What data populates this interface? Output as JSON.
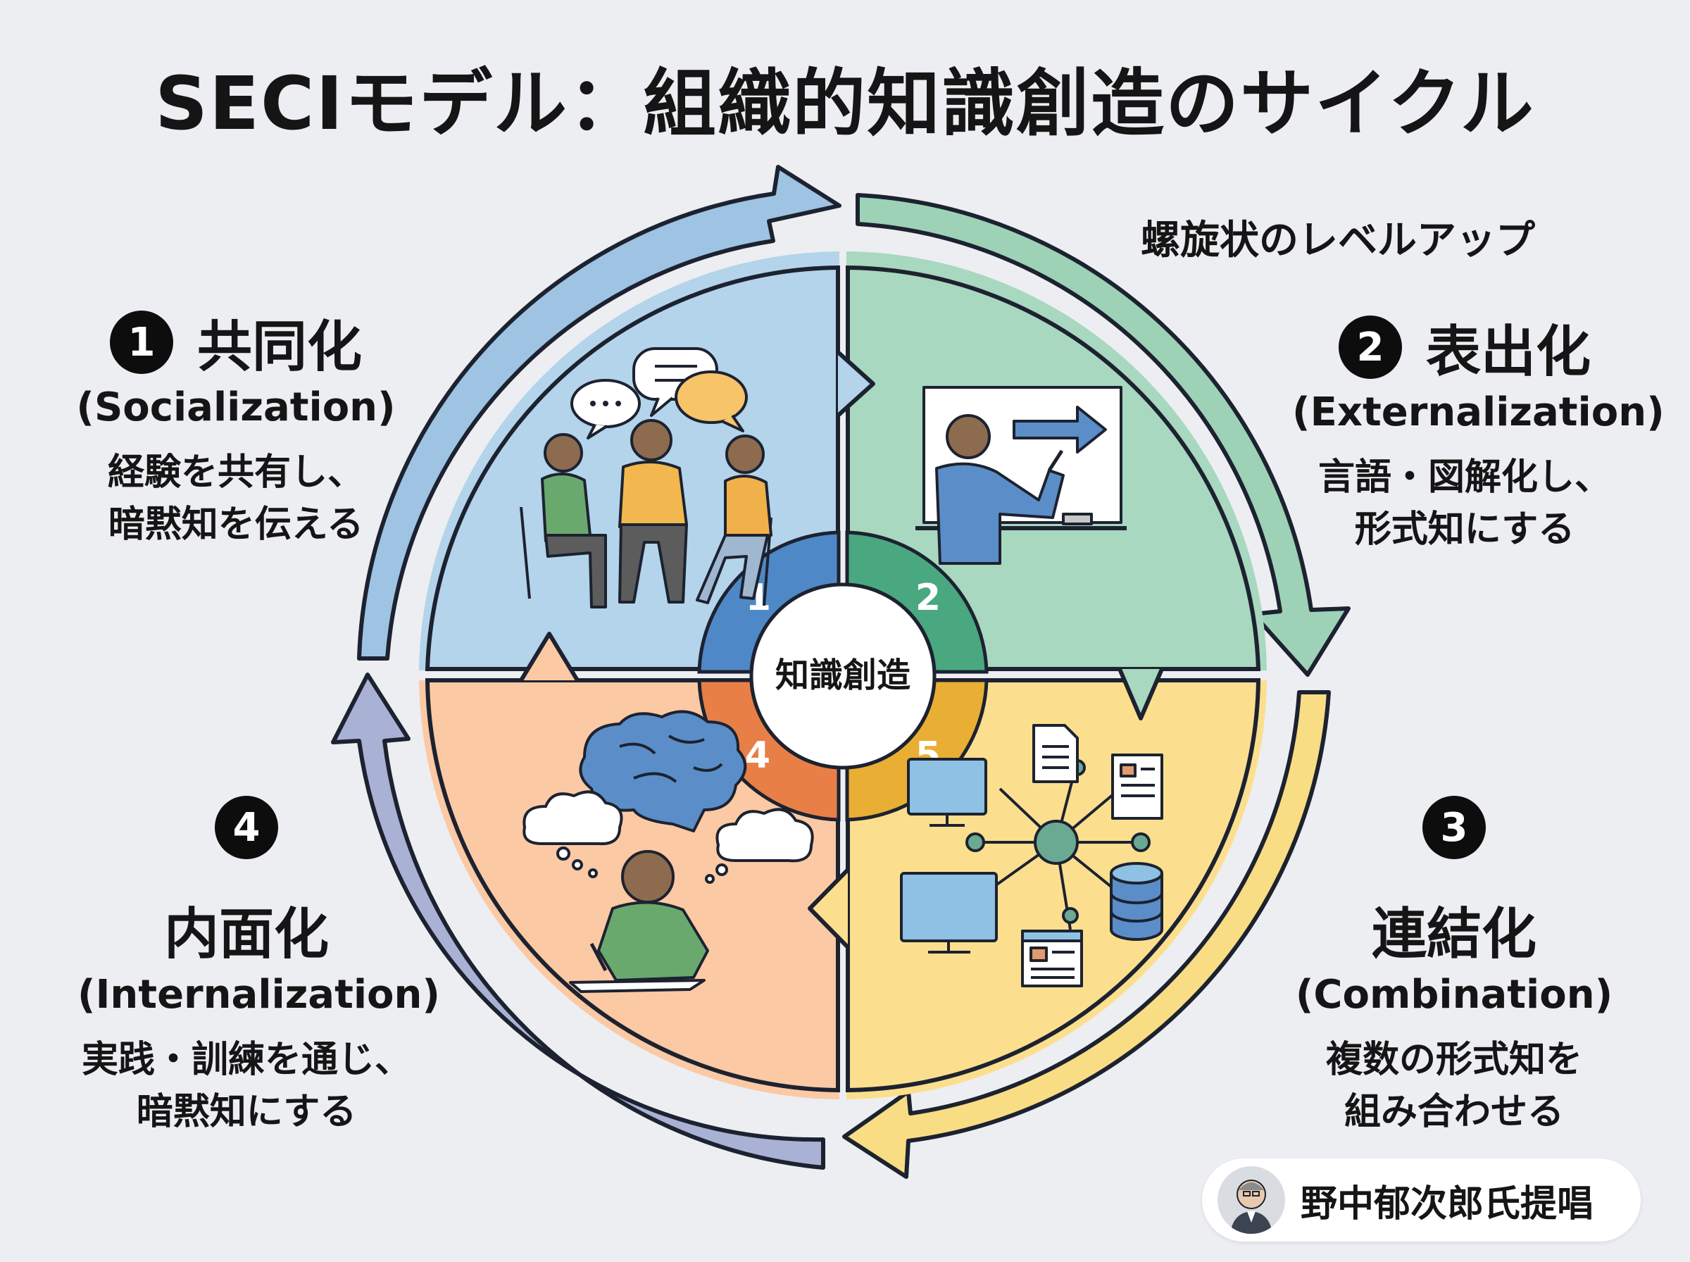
{
  "title": "SECIモデル：組織的知識創造のサイクル",
  "center_label": "知識創造",
  "spiral_label": "螺旋状のレベルアップ",
  "ring_numbers": [
    "1",
    "2",
    "4",
    "5"
  ],
  "phases": [
    {
      "number": "1",
      "jp": "共同化",
      "en": "(Socialization)",
      "desc": [
        "経験を共有し、",
        "暗黙知を伝える"
      ]
    },
    {
      "number": "2",
      "jp": "表出化",
      "en": "(Externalization)",
      "desc": [
        "言語・図解化し、",
        "形式知にする"
      ]
    },
    {
      "number": "3",
      "jp": "連結化",
      "en": "(Combination)",
      "desc": [
        "複数の形式知を",
        "組み合わせる"
      ]
    },
    {
      "number": "4",
      "jp": "内面化",
      "en": "(Internalization)",
      "desc": [
        "実践・訓練を通じ、",
        "暗黙知にする"
      ]
    }
  ],
  "credit": "野中郁次郎氏提唱",
  "colors": {
    "socialization": "#b3d4ea",
    "externalization": "#a8d8bf",
    "combination": "#fbdf8e",
    "internalization": "#fbc9a4",
    "ring_blue": "#4f88c6",
    "ring_green": "#49a880",
    "ring_orange": "#e87f47",
    "ring_yellow": "#e9ae34",
    "arrow_blue": "#9ec3e3",
    "arrow_green": "#9dd2b6",
    "arrow_yellow": "#f8dd84",
    "arrow_purple": "#a9b2d4",
    "background": "#eceef1"
  },
  "icons": [
    "speech-bubble-icon",
    "group-discussion-icon",
    "whiteboard-presenter-icon",
    "network-hub-icon",
    "document-icon",
    "monitor-icon",
    "database-icon",
    "brain-icon",
    "thought-cloud-icon",
    "writing-person-icon"
  ]
}
